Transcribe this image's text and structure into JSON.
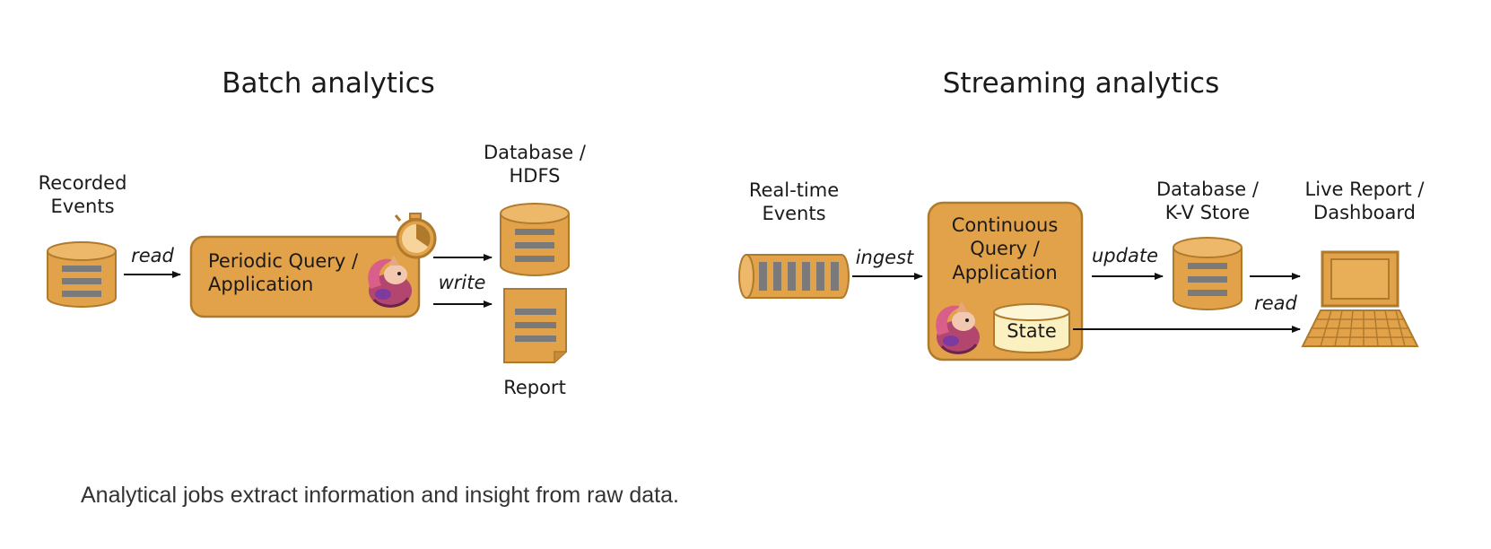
{
  "colors": {
    "box_fill": "#E2A24A",
    "box_stroke": "#B07A2C",
    "state_fill": "#FBF0C0",
    "arrow": "#111111",
    "bar": "#7a7a7a"
  },
  "batch": {
    "title": "Batch analytics",
    "source_label_1": "Recorded",
    "source_label_2": "Events",
    "read_label": "read",
    "query_label_1": "Periodic Query /",
    "query_label_2": "Application",
    "write_label": "write",
    "db_label_1": "Database /",
    "db_label_2": "HDFS",
    "report_label": "Report",
    "icons": [
      "database-icon",
      "stopwatch-icon",
      "squirrel-icon",
      "document-icon"
    ]
  },
  "streaming": {
    "title": "Streaming analytics",
    "source_label_1": "Real-time",
    "source_label_2": "Events",
    "ingest_label": "ingest",
    "query_label_1": "Continuous",
    "query_label_2": "Query /",
    "query_label_3": "Application",
    "state_label": "State",
    "update_label": "update",
    "db_label_1": "Database /",
    "db_label_2": "K-V Store",
    "read_label": "read",
    "dashboard_label_1": "Live Report /",
    "dashboard_label_2": "Dashboard",
    "icons": [
      "event-log-icon",
      "squirrel-icon",
      "state-store-icon",
      "database-icon",
      "laptop-icon"
    ]
  },
  "caption": "Analytical jobs extract information and insight from raw data."
}
